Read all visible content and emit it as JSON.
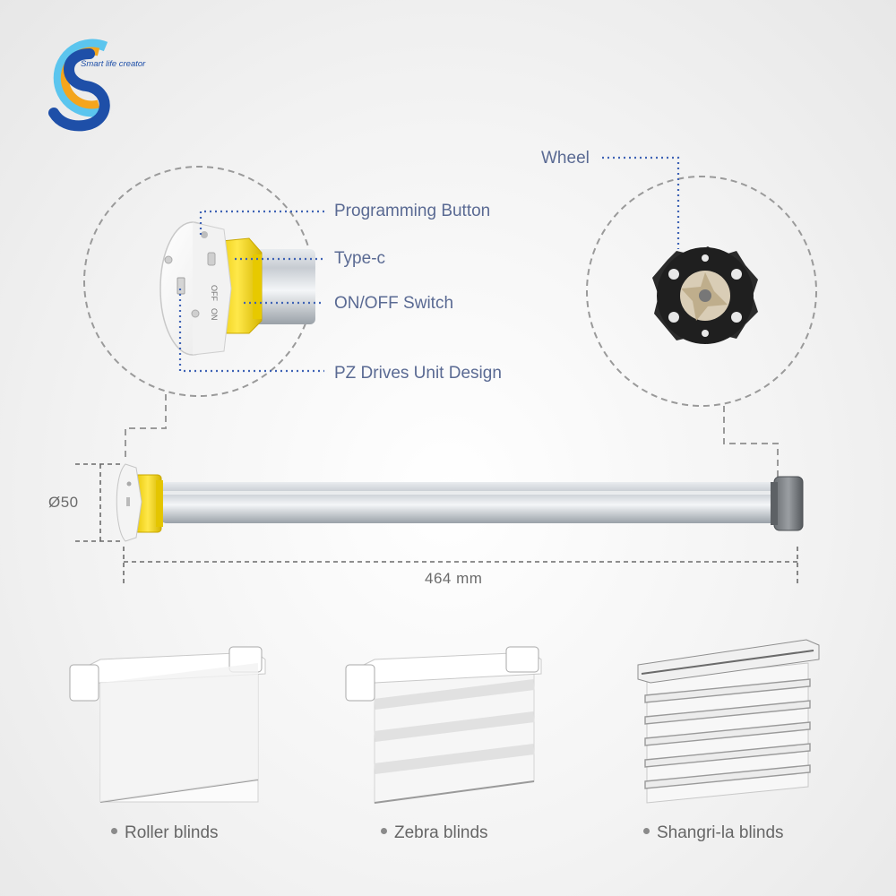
{
  "brand": {
    "tagline": "Smart life creator",
    "colors": {
      "blue": "#1e4fa8",
      "orange": "#f4a51c",
      "cyan": "#5bc5ee"
    }
  },
  "callouts": {
    "programming_button": "Programming Button",
    "type_c": "Type-c",
    "on_off_switch": "ON/OFF Switch",
    "pz_drives": "PZ Drives Unit Design",
    "wheel": "Wheel"
  },
  "motor_head": {
    "off_mark": "OFF",
    "on_mark": "ON"
  },
  "dimensions": {
    "diameter": "Ø50",
    "length": "464 mm"
  },
  "blinds": [
    {
      "label": "Roller blinds"
    },
    {
      "label": "Zebra blinds"
    },
    {
      "label": "Shangri-la blinds"
    }
  ],
  "colors": {
    "callout_text": "#5a6a93",
    "dotted_line": "#3f63b5",
    "motor_yellow": "#f5d817"
  }
}
